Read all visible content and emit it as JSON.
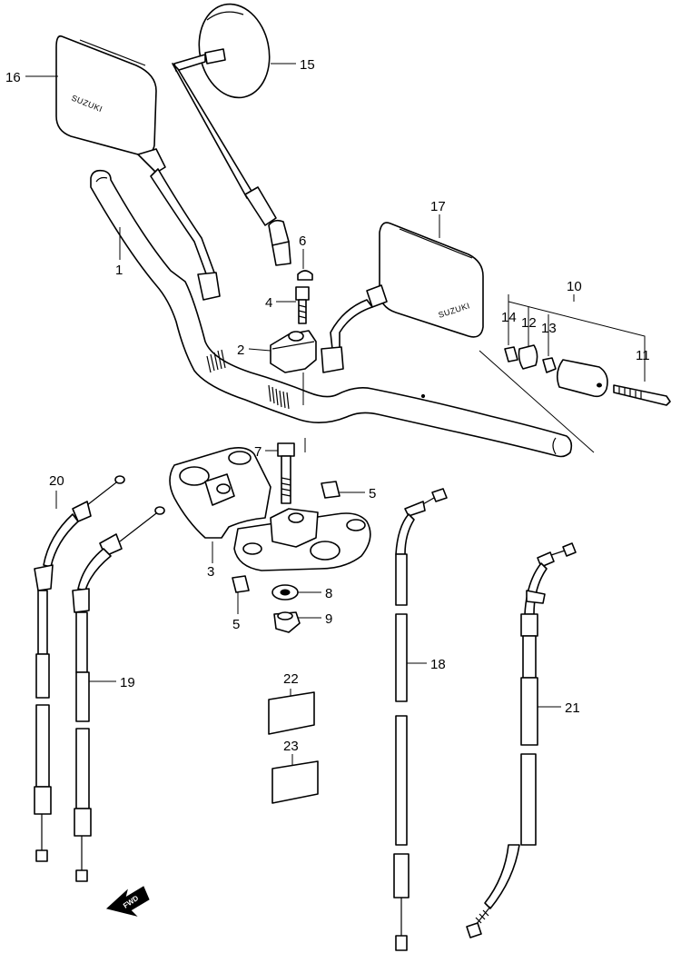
{
  "brand_text": "SUZUKI",
  "fwd_label": "FWD",
  "parts": [
    {
      "id": "p1",
      "number": "1"
    },
    {
      "id": "p2",
      "number": "2"
    },
    {
      "id": "p3",
      "number": "3"
    },
    {
      "id": "p4",
      "number": "4"
    },
    {
      "id": "p5a",
      "number": "5"
    },
    {
      "id": "p5b",
      "number": "5"
    },
    {
      "id": "p6",
      "number": "6"
    },
    {
      "id": "p7",
      "number": "7"
    },
    {
      "id": "p8",
      "number": "8"
    },
    {
      "id": "p9",
      "number": "9"
    },
    {
      "id": "p10",
      "number": "10"
    },
    {
      "id": "p11",
      "number": "11"
    },
    {
      "id": "p12",
      "number": "12"
    },
    {
      "id": "p13",
      "number": "13"
    },
    {
      "id": "p14",
      "number": "14"
    },
    {
      "id": "p15",
      "number": "15"
    },
    {
      "id": "p16",
      "number": "16"
    },
    {
      "id": "p17",
      "number": "17"
    },
    {
      "id": "p18",
      "number": "18"
    },
    {
      "id": "p19",
      "number": "19"
    },
    {
      "id": "p20",
      "number": "20"
    },
    {
      "id": "p21",
      "number": "21"
    },
    {
      "id": "p22",
      "number": "22"
    },
    {
      "id": "p23",
      "number": "23"
    }
  ]
}
